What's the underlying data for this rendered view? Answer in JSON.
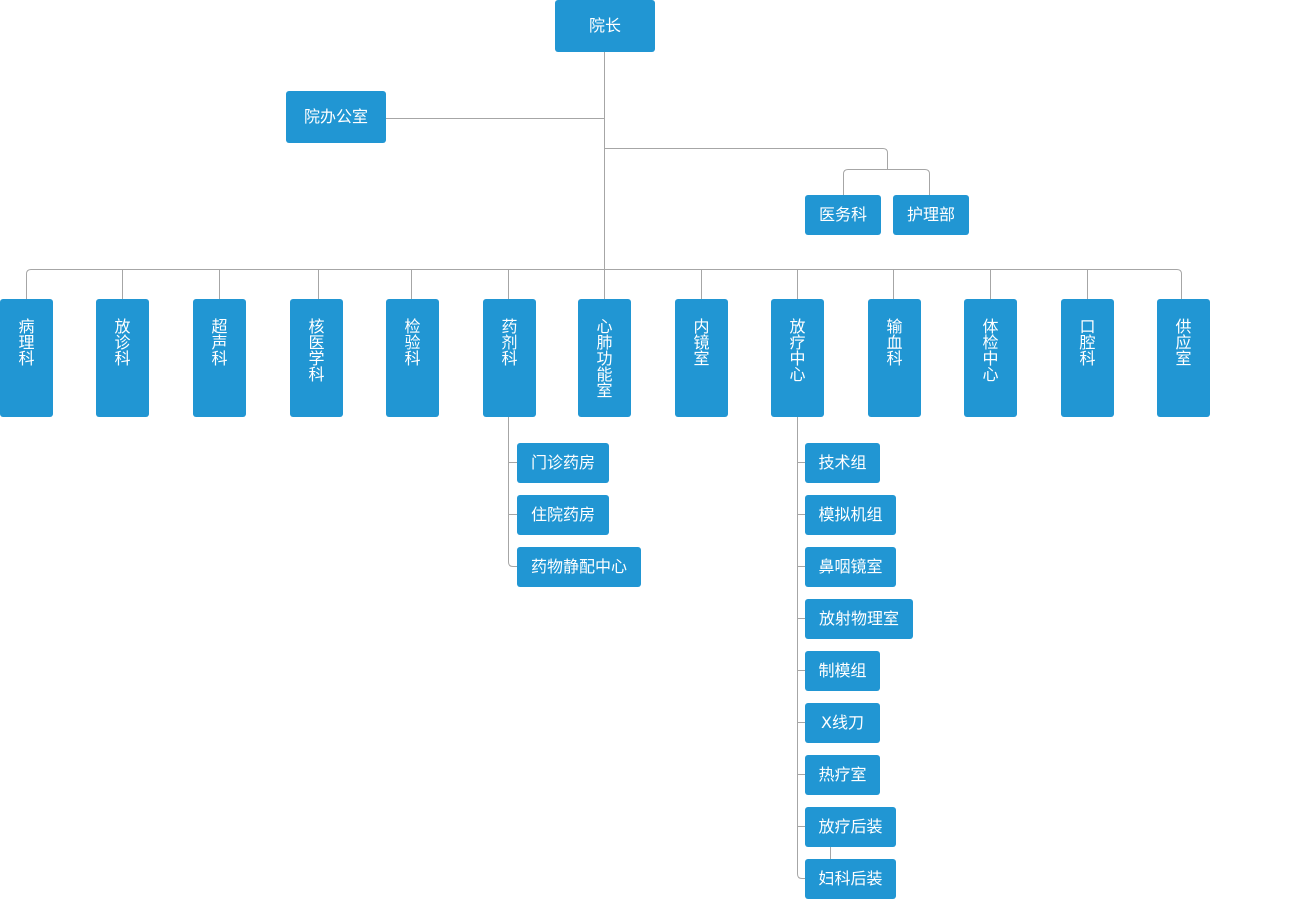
{
  "colors": {
    "node_fill": "#2196d3",
    "node_text": "#ffffff",
    "connector": "#a6a6a6"
  },
  "org": {
    "root": "院长",
    "office": "院办公室",
    "admin": [
      "医务科",
      "护理部"
    ],
    "departments": [
      "病理科",
      "放诊科",
      "超声科",
      "核医学科",
      "检验科",
      "药剂科",
      "心肺功能室",
      "内镜室",
      "放疗中心",
      "输血科",
      "体检中心",
      "口腔科",
      "供应室"
    ],
    "pharmacy_units": [
      "门诊药房",
      "住院药房",
      "药物静配中心"
    ],
    "radiotherapy_units": [
      "技术组",
      "模拟机组",
      "鼻咽镜室",
      "放射物理室",
      "制模组",
      "X线刀",
      "热疗室",
      "放疗后装",
      "妇科后装"
    ]
  }
}
